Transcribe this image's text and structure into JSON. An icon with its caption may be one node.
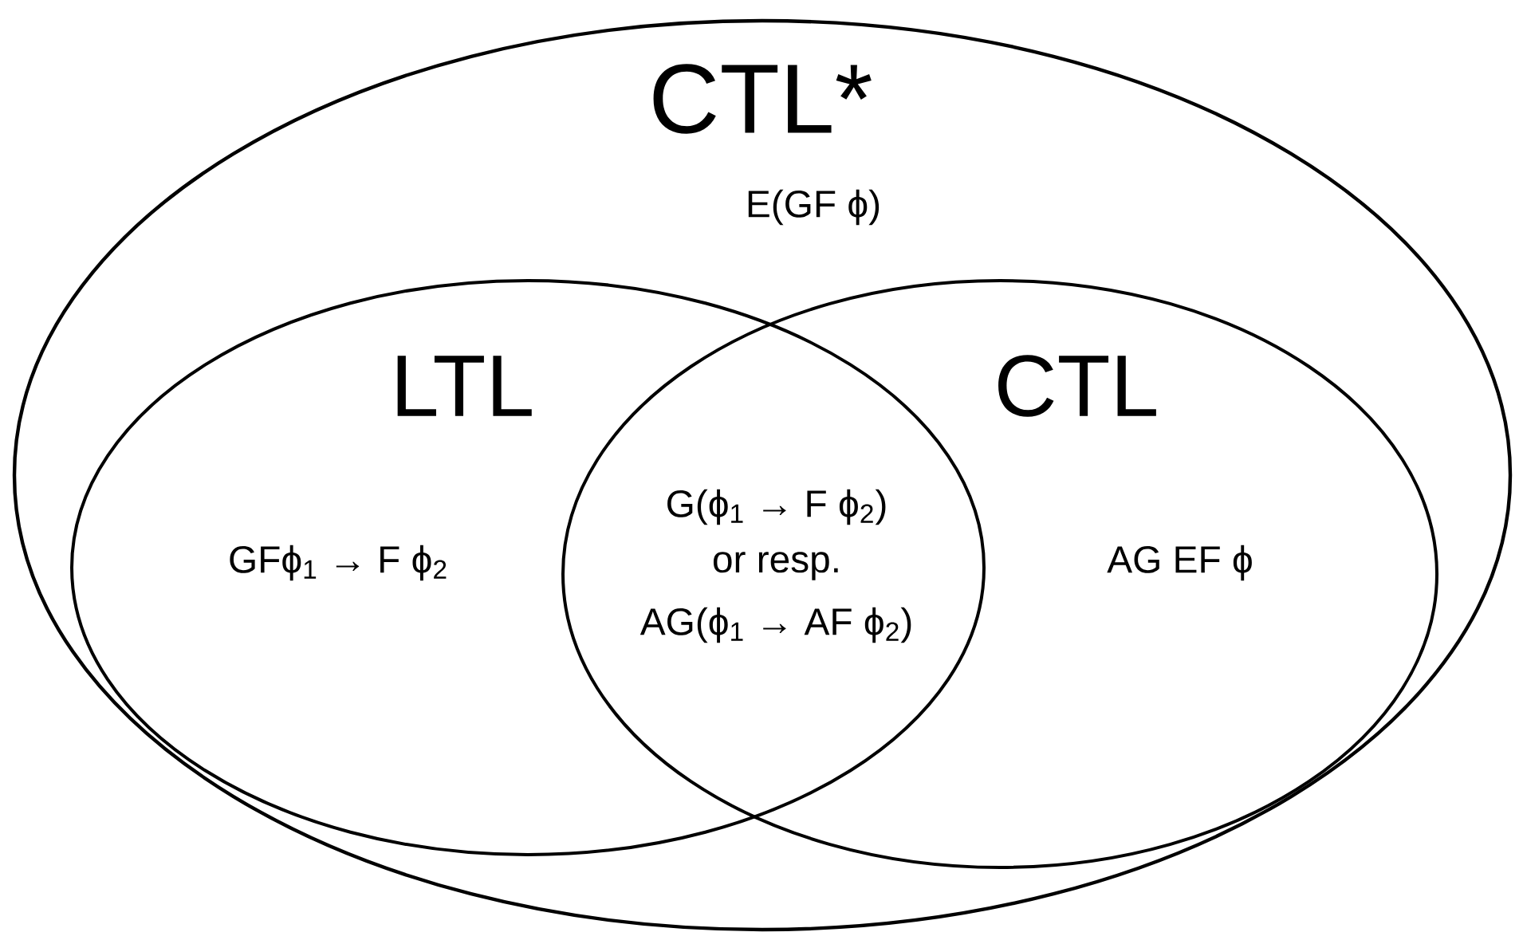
{
  "diagram": {
    "nodes": [
      {
        "text": [
          "CTL*",
          "E(GF ϕ)"
        ]
      },
      {
        "text": [
          "LTL",
          "GFϕ$_{1}$ → F ϕ$_{2}$"
        ],
        "in": 0
      },
      {
        "text": [
          "CTL",
          "AG EF ϕ"
        ],
        "in": 0
      }
    ],
    "labels": [
      "G(ϕ$_{1}$ → F ϕ$_{2}$)",
      "or resp.",
      "AG(ϕ$_{1}$ → AF ϕ$_{2}$)"
    ]
  }
}
